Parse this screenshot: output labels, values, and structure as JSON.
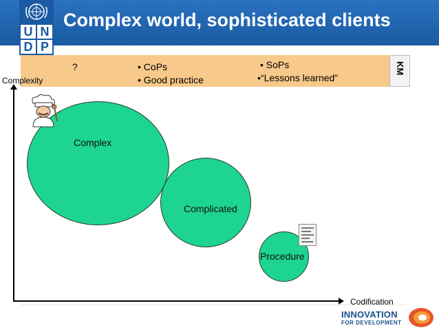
{
  "header": {
    "title": "Complex world, sophisticated clients",
    "logo_letters": [
      "U",
      "N",
      "D",
      "P"
    ]
  },
  "km_band": {
    "col1": "?",
    "col2": [
      "• CoPs",
      "• Good practice"
    ],
    "col3": [
      "• SoPs",
      "•“Lessons learned”"
    ],
    "km_label": "KM"
  },
  "axes": {
    "y_label": "Complexity",
    "x_label": "Codification"
  },
  "circles": [
    {
      "label": "Complex"
    },
    {
      "label": "Complicated"
    },
    {
      "label": "Procedure"
    }
  ],
  "footer": {
    "brand_main": "INNOVATION",
    "brand_sub": "FOR DEVELOPMENT"
  },
  "colors": {
    "header_blue": "#1a5aa3",
    "band_orange": "#f7c98a",
    "circle_green": "#1ed491"
  }
}
